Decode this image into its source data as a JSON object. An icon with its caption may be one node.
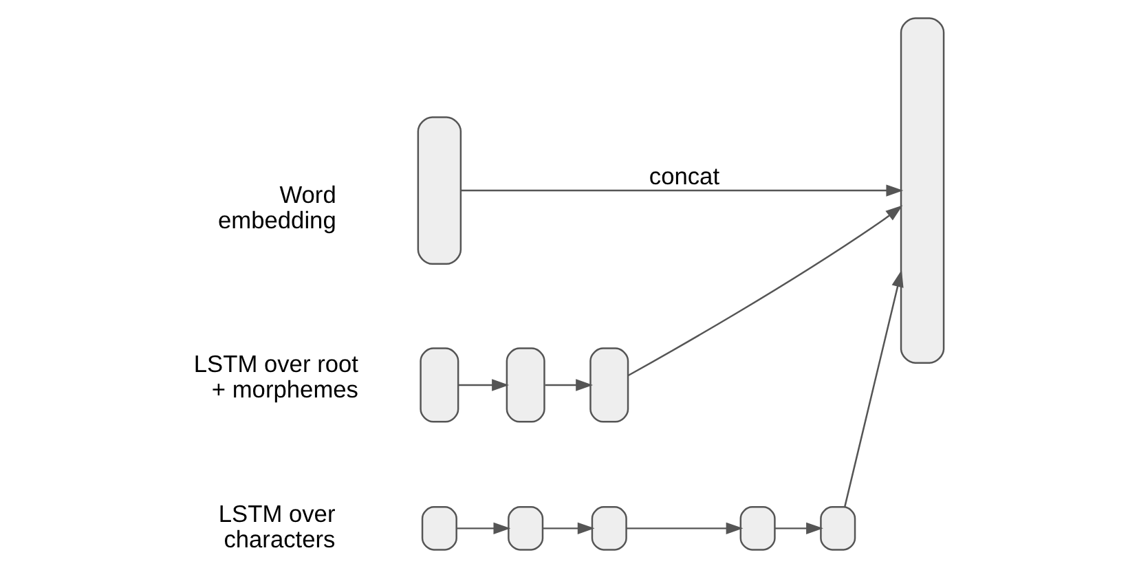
{
  "diagram": {
    "nodes": [
      {
        "text": [],
        "shape": "box",
        "beside": [
          "Word embedding"
        ]
      },
      {
        "text": [],
        "shape": "box"
      },
      {
        "text": [],
        "shape": "box",
        "beside": [
          "LSTM over root + morphemes"
        ]
      },
      {
        "text": [],
        "shape": "box"
      },
      {
        "text": [],
        "shape": "box"
      },
      {
        "text": [],
        "shape": "box",
        "beside": [
          "LSTM over characters"
        ]
      },
      {
        "text": [],
        "shape": "box"
      },
      {
        "text": [],
        "shape": "box"
      },
      {
        "text": [],
        "shape": "box"
      },
      {
        "text": [],
        "shape": "box"
      }
    ],
    "edges": [
      {
        "from": 0,
        "to": 1,
        "arrow": "to",
        "label": "concat"
      },
      {
        "from": 2,
        "to": 3,
        "arrow": "to"
      },
      {
        "from": 3,
        "to": 4,
        "arrow": "to"
      },
      {
        "from": 4,
        "to": 1,
        "arrow": "to"
      },
      {
        "from": 5,
        "to": 6,
        "arrow": "to"
      },
      {
        "from": 6,
        "to": 7,
        "arrow": "to"
      },
      {
        "from": 7,
        "to": 8,
        "arrow": "to"
      },
      {
        "from": 8,
        "to": 9,
        "arrow": "to"
      },
      {
        "from": 9,
        "to": 1,
        "arrow": "to"
      }
    ]
  }
}
